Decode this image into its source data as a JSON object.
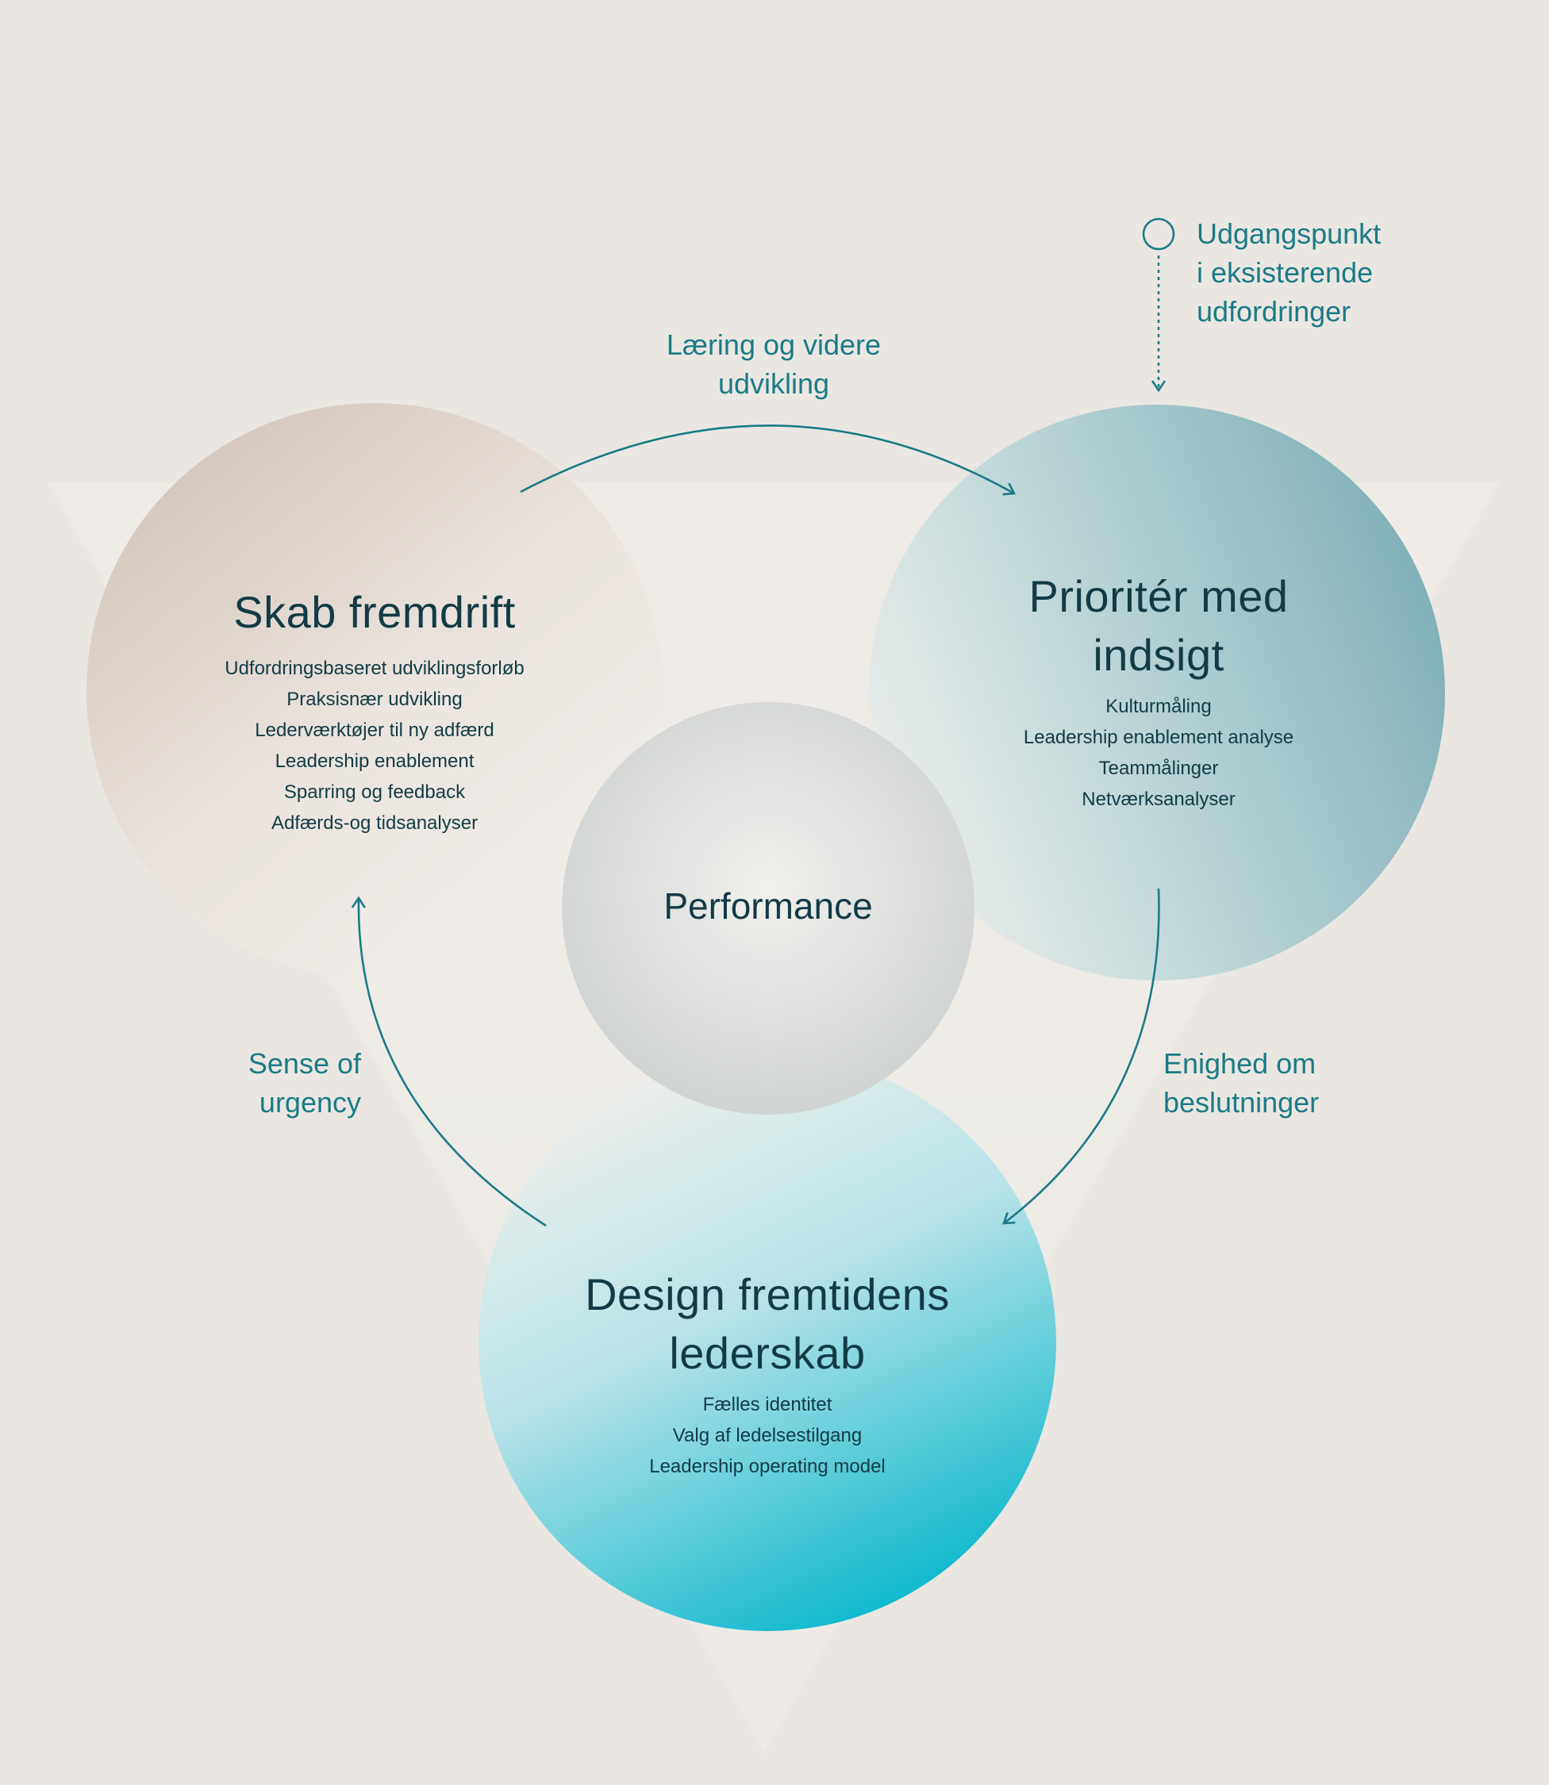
{
  "start_point": {
    "label": "Udgangspunkt\ni eksisterende\nudfordringer"
  },
  "center": {
    "label": "Performance"
  },
  "circles": {
    "left": {
      "title": "Skab fremdrift",
      "items": [
        "Udfordringsbaseret udviklingsforløb",
        "Praksisnær udvikling",
        "Lederværktøjer til ny adfærd",
        "Leadership enablement",
        "Sparring og feedback",
        "Adfærds-og tidsanalyser"
      ]
    },
    "right": {
      "title": "Prioritér med\nindsigt",
      "items": [
        "Kulturmåling",
        "Leadership enablement analyse",
        "Teammålinger",
        "Netværksanalyser"
      ]
    },
    "bottom": {
      "title": "Design fremtidens\nlederskab",
      "items": [
        "Fælles identitet",
        "Valg af ledelsestilgang",
        "Leadership operating model"
      ]
    }
  },
  "flows": {
    "top": "Læring og videre\nudvikling",
    "left": "Sense of\nurgency",
    "right": "Enighed om\nbeslutninger"
  },
  "colors": {
    "background": "#eae7e2",
    "accent": "#1b7b86",
    "text": "#123b45",
    "left_circle": "#d5c7bd",
    "right_circle": "#7fb0b7",
    "bottom_circle": "#00b5cc",
    "center_circle": "#d0d3d2"
  }
}
